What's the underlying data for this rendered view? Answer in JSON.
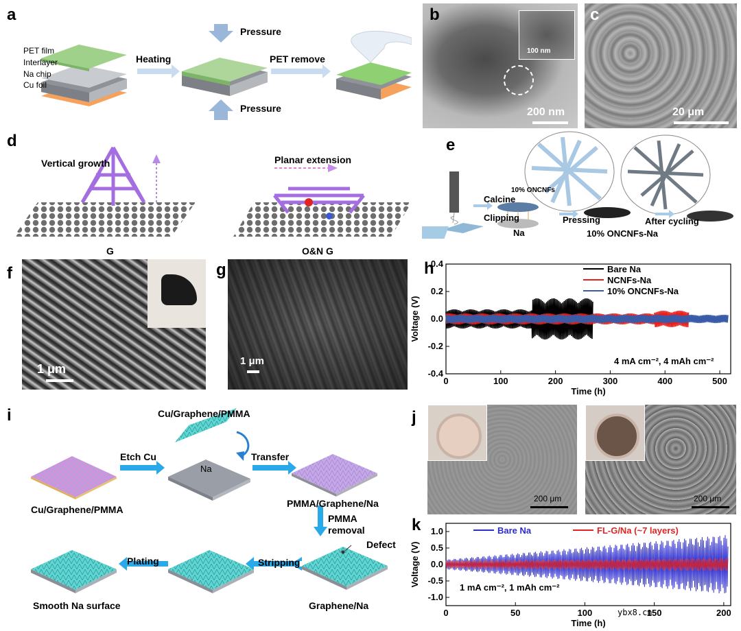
{
  "panels": {
    "a": {
      "label": "a",
      "layers": [
        "PET film",
        "Interlayer",
        "Na chip",
        "Cu foil"
      ],
      "step1": "Heating",
      "step2": "PET remove",
      "pressure_top": "Pressure",
      "pressure_bottom": "Pressure"
    },
    "b": {
      "label": "b",
      "scale_main": "200 nm",
      "scale_inset": "100 nm"
    },
    "c": {
      "label": "c",
      "scale": "20 μm"
    },
    "d": {
      "label": "d",
      "left_title": "Vertical growth",
      "right_title": "Planar extension",
      "left_caption": "G",
      "right_caption": "O&N G"
    },
    "e": {
      "label": "e",
      "calcine": "Calcine",
      "clipping": "Clipping",
      "oncnfs": "10% ONCNFs",
      "na": "Na",
      "pressing": "Pressing",
      "after": "After cycling",
      "product": "10% ONCNFs-Na"
    },
    "f": {
      "label": "f",
      "scale": "1 μm"
    },
    "g": {
      "label": "g",
      "scale": "1 μm"
    },
    "i": {
      "label": "i",
      "top_label": "Cu/Graphene/PMMA",
      "etch": "Etch Cu",
      "na_label": "Na",
      "transfer": "Transfer",
      "start_caption": "Cu/Graphene/PMMA",
      "pmma_caption": "PMMA/Graphene/Na",
      "pmma_removal": "PMMA removal",
      "defect": "Defect",
      "stripping": "Stripping",
      "plating": "Plating",
      "graphene_caption": "Graphene/Na",
      "smooth_caption": "Smooth Na surface"
    },
    "j": {
      "label": "j",
      "scale_left": "200 μm",
      "scale_right": "200 μm"
    },
    "watermark": "ybx8.cn"
  },
  "chart_data": [
    {
      "id": "h",
      "label": "h",
      "type": "line",
      "xlabel": "Time (h)",
      "ylabel": "Voltage (V)",
      "xlim": [
        0,
        520
      ],
      "ylim": [
        -0.4,
        0.4
      ],
      "xticks": [
        0,
        100,
        200,
        300,
        400,
        500
      ],
      "yticks": [
        0.4,
        0.2,
        0.0,
        -0.2,
        -0.4
      ],
      "yticklabels": [
        "0.4",
        "0.2",
        "0.0",
        "-0.2",
        "-0.4"
      ],
      "annotation": "4 mA cm⁻², 4 mAh cm⁻²",
      "series": [
        {
          "name": "Bare Na",
          "color": "#000000",
          "x_end": 268,
          "amp_early": 0.07,
          "amp_late": 0.15,
          "break_x": 157
        },
        {
          "name": "NCNFs-Na",
          "color": "#e8201c",
          "x_end": 443,
          "amp_early": 0.04,
          "amp_late": 0.06,
          "break_x": 380
        },
        {
          "name": "10% ONCNFs-Na",
          "color": "#3a5ba8",
          "x_end": 515,
          "amp_early": 0.03,
          "amp_late": 0.03,
          "break_x": 500
        }
      ]
    },
    {
      "id": "k",
      "label": "k",
      "type": "line",
      "xlabel": "Time (h)",
      "ylabel": "Voltage (V)",
      "xlim": [
        0,
        205
      ],
      "ylim": [
        -1.25,
        1.25
      ],
      "xticks": [
        0,
        50,
        100,
        150,
        200
      ],
      "yticks": [
        1.0,
        0.5,
        0.0,
        -0.5,
        -1.0
      ],
      "yticklabels": [
        "1.0",
        "0.5",
        "0.0",
        "-0.5",
        "-1.0"
      ],
      "annotation": "1 mA cm⁻², 1 mAh cm⁻²",
      "series": [
        {
          "name": "Bare Na",
          "color": "#2b2bd0",
          "amp_start": 0.15,
          "amp_end": 0.9
        },
        {
          "name": "FL-G/Na (~7 layers)",
          "color": "#e02424",
          "amp_start": 0.12,
          "amp_end": 0.2
        }
      ]
    }
  ]
}
